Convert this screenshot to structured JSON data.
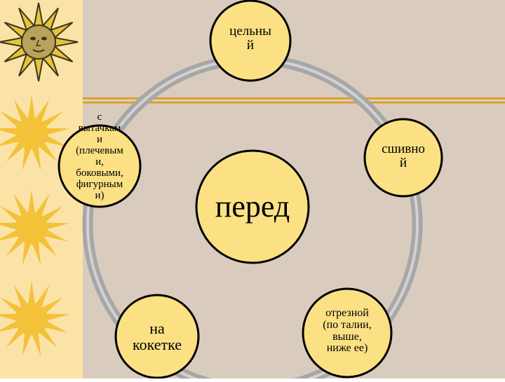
{
  "colors": {
    "slide_background": "#d9ccbf",
    "left_strip": "#fbe3a8",
    "sun_fill": "#f3c238",
    "node_fill": "#fbe183",
    "node_stroke": "#000000",
    "ring": "#a7a7a7",
    "ring_inner": "#d2d2d2",
    "orange_rule": "#e09c12"
  },
  "diagram": {
    "center": {
      "label": "перед"
    },
    "nodes": [
      {
        "id": "top",
        "label": "цельны\nй"
      },
      {
        "id": "right",
        "label": "сшивно\nй"
      },
      {
        "id": "bottom-right",
        "label": "отрезной\n(по талии,\nвыше,\nниже ее)"
      },
      {
        "id": "bottom-left",
        "label": "на\nкокетке"
      },
      {
        "id": "left",
        "label": "с\nвытачкам\nи\n(плечевым\nи,\nбоковыми,\nфигурным\nи)"
      }
    ]
  },
  "decorations": {
    "left_icons": [
      "sun-face-icon",
      "sun-icon",
      "sun-icon",
      "sun-icon"
    ]
  }
}
